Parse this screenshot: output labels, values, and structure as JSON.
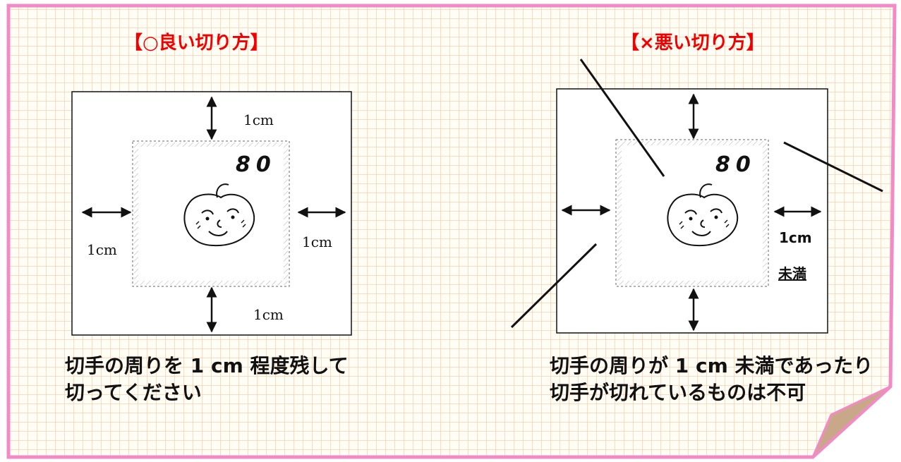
{
  "colors": {
    "grid": "#f9c7a3",
    "paper": "#fffdf4",
    "border": "#f28ac6",
    "title": "#f20000",
    "curl": "#c9a88a"
  },
  "good": {
    "title": "【○良い切り方】",
    "label_top": "1cm",
    "label_left": "1cm",
    "label_right": "1cm",
    "label_bottom": "1cm",
    "denomination": "80",
    "caption_line1": "切手の周りを 1 cm 程度残して",
    "caption_line2": "切ってください"
  },
  "bad": {
    "title": "【×悪い切り方】",
    "label_right": "1cm",
    "label_right_under": "未満",
    "denomination": "80",
    "caption_line1": "切手の周りが 1 cm 未満であったり",
    "caption_line2": "切手が切れているものは不可"
  },
  "icons": [
    "face-icon",
    "double-arrow-icon"
  ]
}
